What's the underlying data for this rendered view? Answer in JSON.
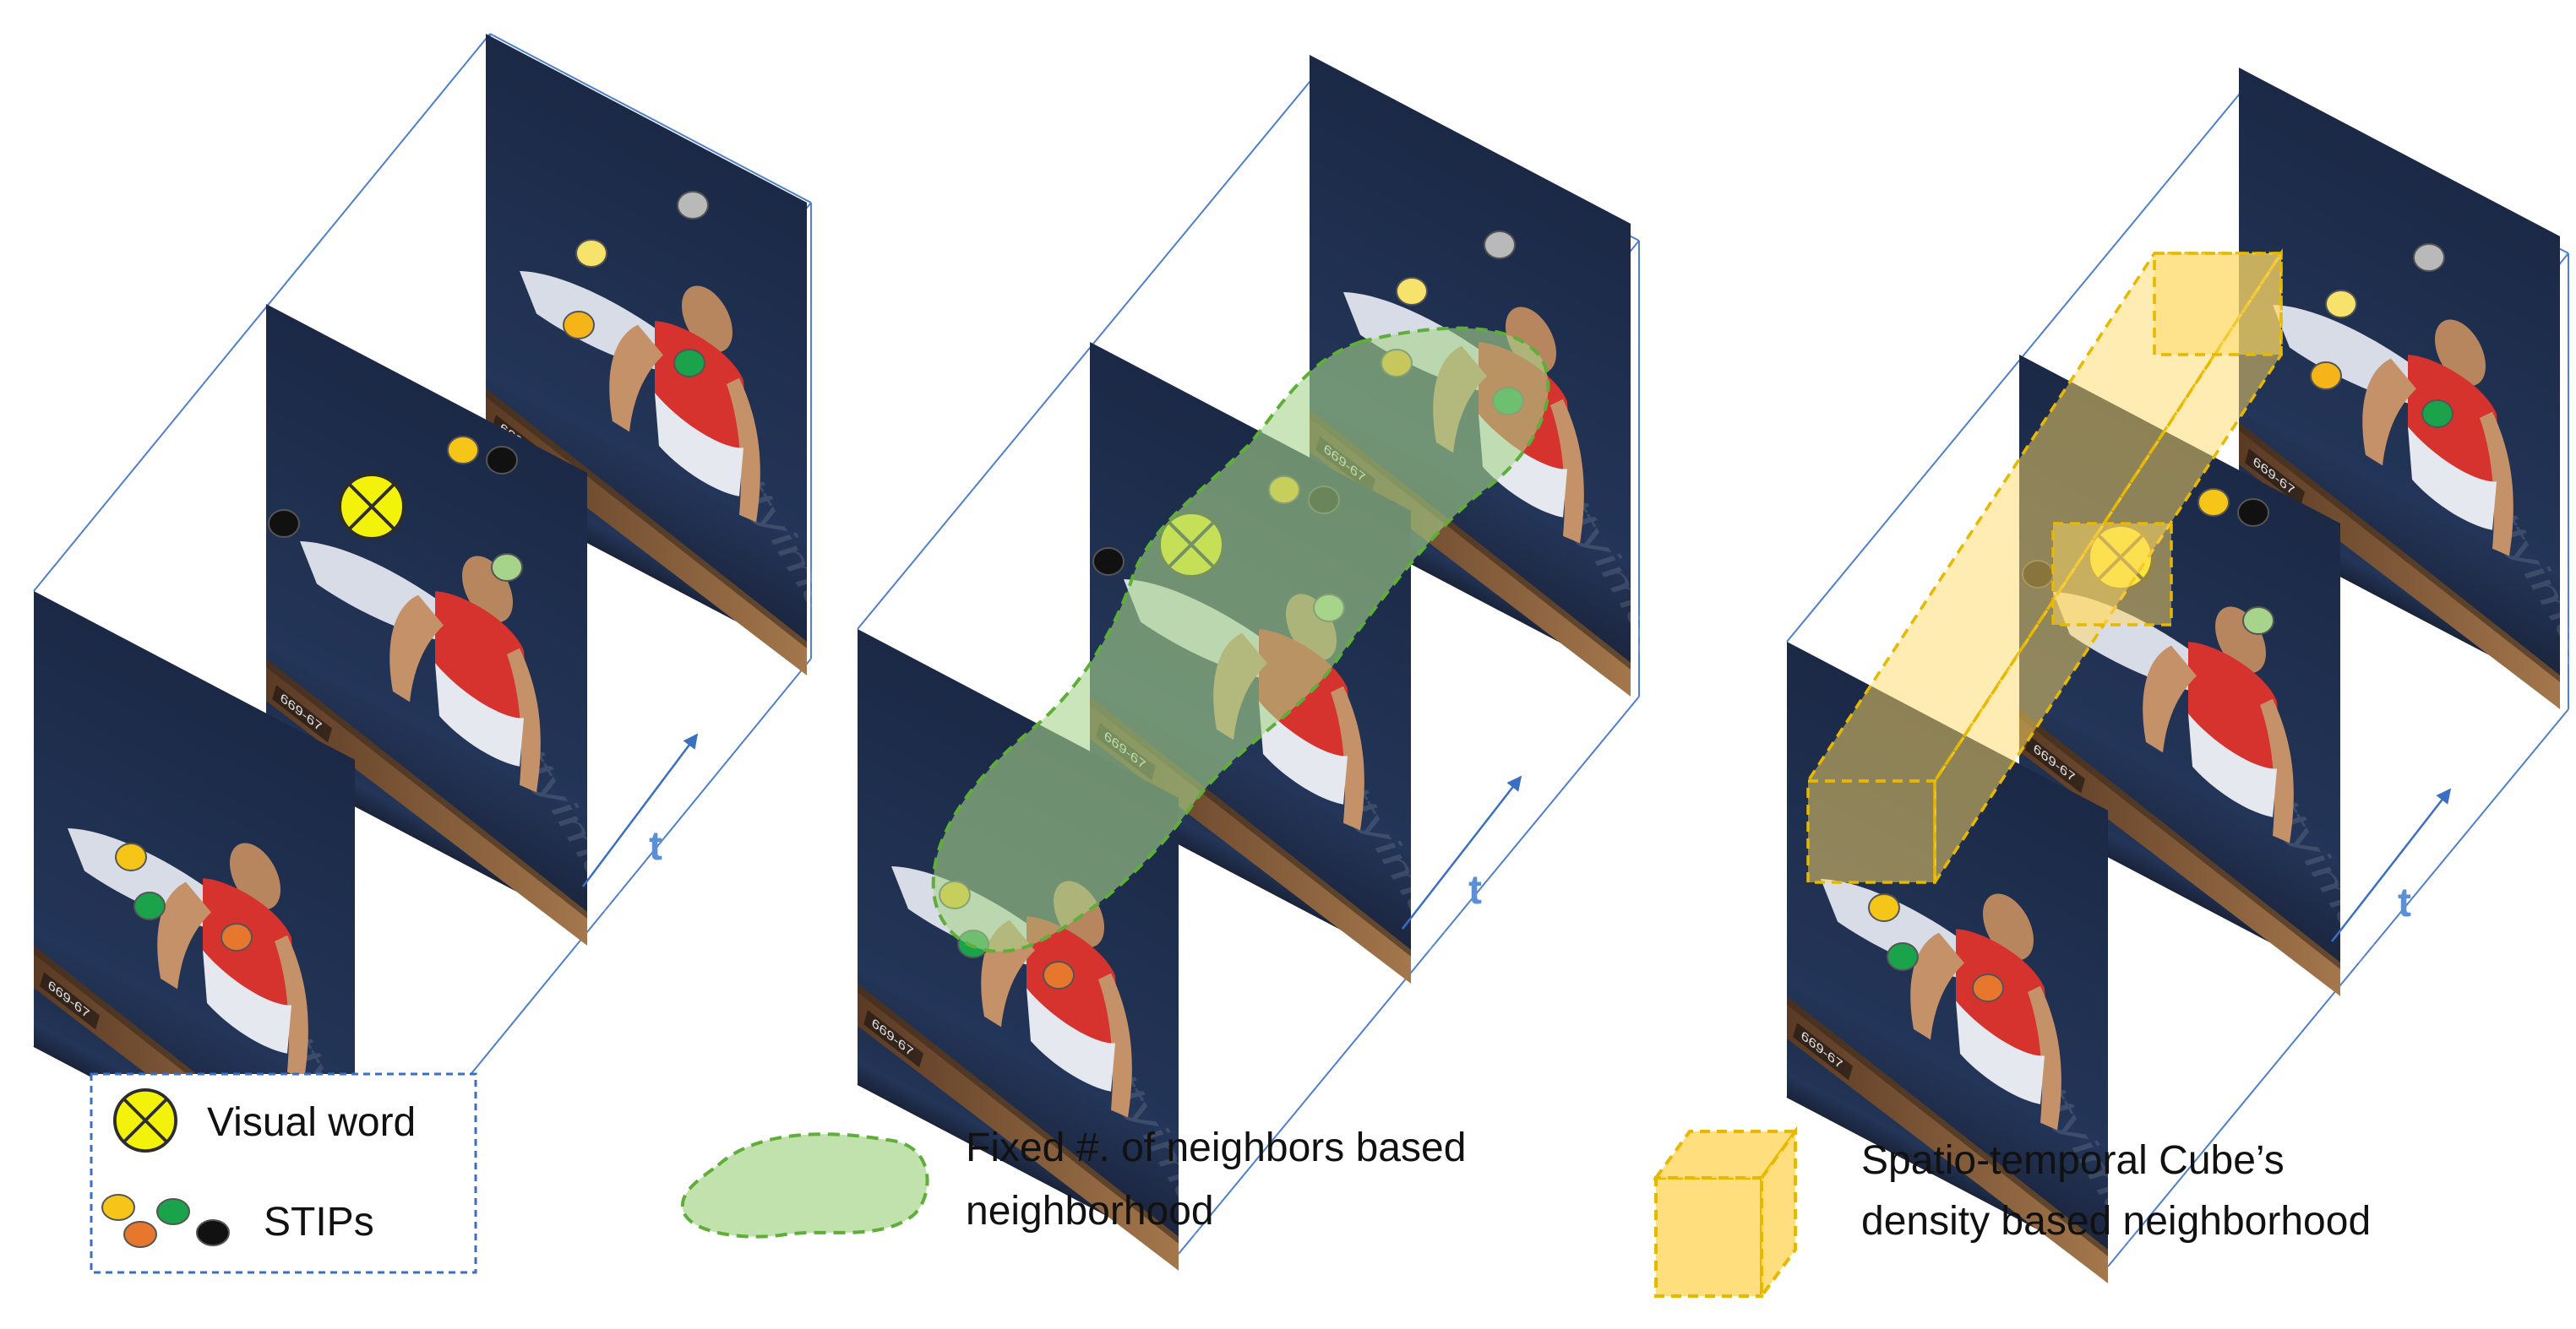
{
  "panels": [
    {
      "id": "panel-plain",
      "t_label": "t",
      "overlay": "none"
    },
    {
      "id": "panel-fixed-neighbors",
      "t_label": "t",
      "overlay": "green-blob"
    },
    {
      "id": "panel-cube-density",
      "t_label": "t",
      "overlay": "yellow-cube"
    }
  ],
  "frame_watermark": "gettyimages",
  "frame_code": "669-67",
  "legend": {
    "visual_word_label": "Visual word",
    "stips_label": "STIPs"
  },
  "neighborhood_legends": {
    "fixed_line1": "Fixed #. of  neighbors based",
    "fixed_line2": "neighborhood",
    "cube_line1": "Spatio-temporal Cube’s",
    "cube_line2": "density based neighborhood"
  },
  "colors": {
    "axis_blue": "#5b8fd6",
    "visual_word_yellow": "#f2f20a",
    "stip_yellow": "#f5c518",
    "stip_green": "#1aa34a",
    "stip_orange": "#e8772e",
    "stip_black": "#111111",
    "stip_gray": "#b9b9b9",
    "blob_green": "#a6d48a",
    "cube_yellow": "#ffd966",
    "legend_border": "#3b6fc4"
  },
  "icons": {
    "visual_word": "circled-x-icon",
    "stip": "dot-icon"
  }
}
